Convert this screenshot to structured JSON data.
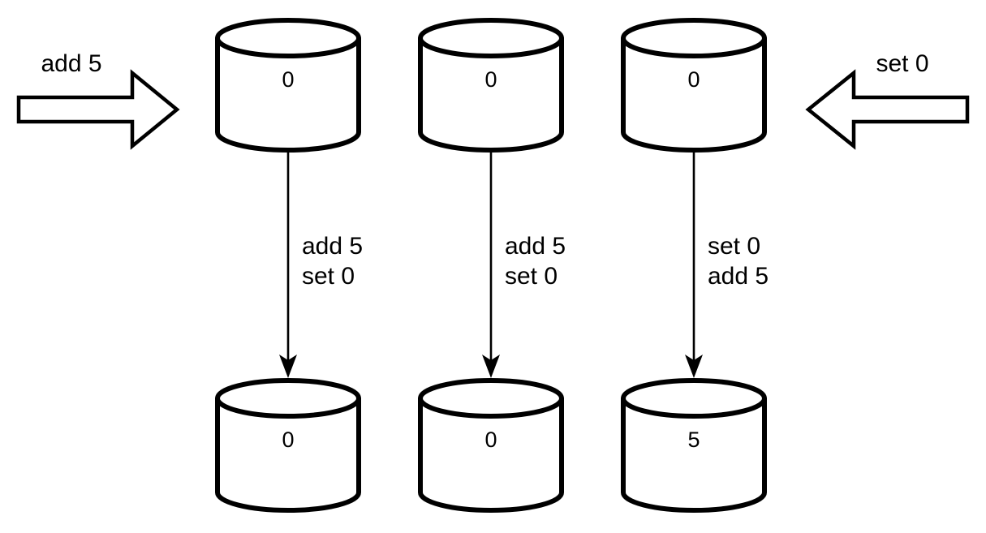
{
  "diagram": {
    "type": "replica-operation-order",
    "background_color": "#ffffff",
    "stroke_color": "#000000",
    "inbound_operations": [
      {
        "id": "left-op",
        "label": "add 5",
        "direction": "right",
        "target": "replica-1"
      },
      {
        "id": "right-op",
        "label": "set 0",
        "direction": "left",
        "target": "replica-3"
      }
    ],
    "columns": [
      {
        "id": "replica-1",
        "before_value": "0",
        "after_value": "0",
        "apply_order": [
          "add 5",
          "set 0"
        ]
      },
      {
        "id": "replica-2",
        "before_value": "0",
        "after_value": "0",
        "apply_order": [
          "add 5",
          "set 0"
        ]
      },
      {
        "id": "replica-3",
        "before_value": "0",
        "after_value": "5",
        "apply_order": [
          "set 0",
          "add 5"
        ]
      }
    ]
  }
}
